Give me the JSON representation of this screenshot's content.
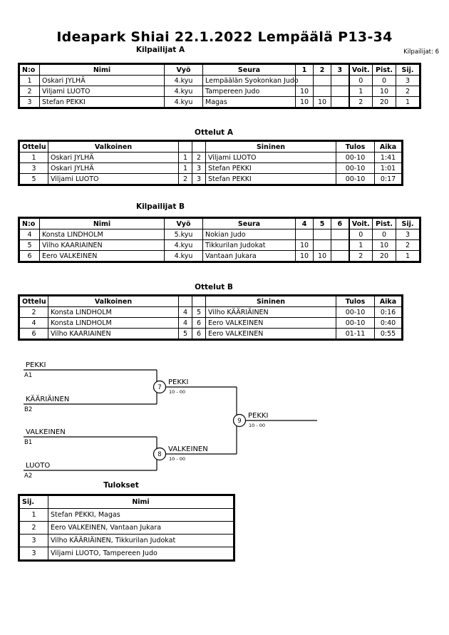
{
  "header": {
    "title": "Ideapark Shiai  22.1.2022  Lempäälä   P13-34",
    "entrant_count_label": "Kilpailijat: 6"
  },
  "pools": [
    {
      "heading": "Kilpailijat A",
      "columns": {
        "no": "N:o",
        "name": "Nimi",
        "belt": "Vyö",
        "club": "Seura",
        "m1": "1",
        "m2": "2",
        "m3": "3",
        "wins": "Voit.",
        "points": "Pist.",
        "place": "Sij."
      },
      "rows": [
        {
          "no": "1",
          "name": "Oskari JYLHÄ",
          "belt": "4.kyu",
          "club": "Lempäälän Syokonkan Judo",
          "m1": "",
          "m2": "",
          "m3": "",
          "wins": "0",
          "points": "0",
          "place": "3"
        },
        {
          "no": "2",
          "name": "Viljami LUOTO",
          "belt": "4.kyu",
          "club": "Tampereen Judo",
          "m1": "10",
          "m2": "",
          "m3": "",
          "wins": "1",
          "points": "10",
          "place": "2"
        },
        {
          "no": "3",
          "name": "Stefan PEKKI",
          "belt": "4.kyu",
          "club": "Magas",
          "m1": "10",
          "m2": "10",
          "m3": "",
          "wins": "2",
          "points": "20",
          "place": "1"
        }
      ]
    },
    {
      "heading": "Kilpailijat B",
      "columns": {
        "no": "N:o",
        "name": "Nimi",
        "belt": "Vyö",
        "club": "Seura",
        "m1": "4",
        "m2": "5",
        "m3": "6",
        "wins": "Voit.",
        "points": "Pist.",
        "place": "Sij."
      },
      "rows": [
        {
          "no": "4",
          "name": "Konsta LINDHOLM",
          "belt": "5.kyu",
          "club": "Nokian Judo",
          "m1": "",
          "m2": "",
          "m3": "",
          "wins": "0",
          "points": "0",
          "place": "3"
        },
        {
          "no": "5",
          "name": "Vilho KAARIAINEN",
          "belt": "4.kyu",
          "club": "Tikkurilan Judokat",
          "m1": "10",
          "m2": "",
          "m3": "",
          "wins": "1",
          "points": "10",
          "place": "2"
        },
        {
          "no": "6",
          "name": "Eero VALKEINEN",
          "belt": "4.kyu",
          "club": "Vantaan Jukara",
          "m1": "10",
          "m2": "10",
          "m3": "",
          "wins": "2",
          "points": "20",
          "place": "1"
        }
      ]
    }
  ],
  "bouts": [
    {
      "heading": "Ottelut A",
      "columns": {
        "no": "Ottelu",
        "white": "Valkoinen",
        "n1": "",
        "n2": "",
        "blue": "Sininen",
        "result": "Tulos",
        "time": "Aika"
      },
      "rows": [
        {
          "no": "1",
          "white": "Oskari JYLHÄ",
          "n1": "1",
          "n2": "2",
          "blue": "Viljami LUOTO",
          "result": "00-10",
          "time": "1:41"
        },
        {
          "no": "3",
          "white": "Oskari JYLHÄ",
          "n1": "1",
          "n2": "3",
          "blue": "Stefan PEKKI",
          "result": "00-10",
          "time": "1:01"
        },
        {
          "no": "5",
          "white": "Viljami LUOTO",
          "n1": "2",
          "n2": "3",
          "blue": "Stefan PEKKI",
          "result": "00-10",
          "time": "0:17"
        }
      ]
    },
    {
      "heading": "Ottelut B",
      "columns": {
        "no": "Ottelu",
        "white": "Valkoinen",
        "n1": "",
        "n2": "",
        "blue": "Sininen",
        "result": "Tulos",
        "time": "Aika"
      },
      "rows": [
        {
          "no": "2",
          "white": "Konsta LINDHOLM",
          "n1": "4",
          "n2": "5",
          "blue": "Vilho KÄÄRIÄINEN",
          "result": "00-10",
          "time": "0:16"
        },
        {
          "no": "4",
          "white": "Konsta LINDHOLM",
          "n1": "4",
          "n2": "6",
          "blue": "Eero VALKEINEN",
          "result": "00-10",
          "time": "0:40"
        },
        {
          "no": "6",
          "white": "Vilho KAARIAINEN",
          "n1": "5",
          "n2": "6",
          "blue": "Eero VALKEINEN",
          "result": "01-11",
          "time": "0:55"
        }
      ]
    }
  ],
  "bracket": {
    "entries": [
      {
        "name": "PEKKI",
        "seed": "A1"
      },
      {
        "name": "KÄÄRIÄINEN",
        "seed": "B2"
      },
      {
        "name": "VALKEINEN",
        "seed": "B1"
      },
      {
        "name": "LUOTO",
        "seed": "A2"
      }
    ],
    "matches": [
      {
        "number": "7",
        "winner": "PEKKI",
        "score": "10 - 00"
      },
      {
        "number": "8",
        "winner": "VALKEINEN",
        "score": "10 - 00"
      },
      {
        "number": "9",
        "winner": "PEKKI",
        "score": "10 - 00"
      }
    ]
  },
  "results": {
    "heading": "Tulokset",
    "columns": {
      "place": "Sij.",
      "name": "Nimi"
    },
    "rows": [
      {
        "place": "1",
        "name": "Stefan PEKKI, Magas"
      },
      {
        "place": "2",
        "name": "Eero VALKEINEN, Vantaan Jukara"
      },
      {
        "place": "3",
        "name": "Vilho KÄÄRIÄINEN, Tikkurilan Judokat"
      },
      {
        "place": "3",
        "name": "Viljami LUOTO, Tampereen Judo"
      }
    ]
  }
}
